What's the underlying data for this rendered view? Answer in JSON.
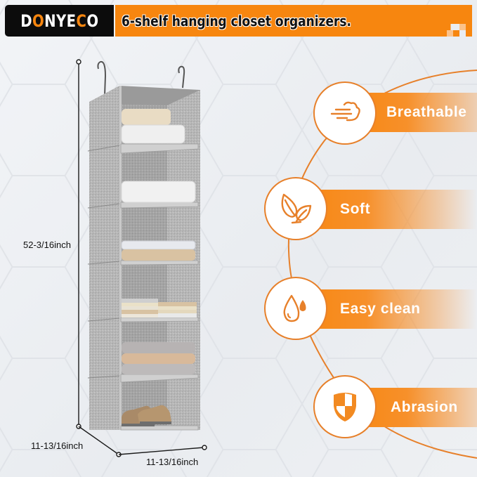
{
  "header": {
    "brand": {
      "letters": [
        "D",
        "O",
        "N",
        "Y",
        "E",
        "C",
        "O"
      ],
      "accent_indices": [
        1,
        5
      ],
      "text": "DONYECO"
    },
    "headline": "6-shelf hanging closet organizers."
  },
  "product": {
    "name": "6-shelf hanging closet organizer",
    "shelf_count": 6,
    "color": "light gray felt"
  },
  "dimensions": {
    "height": "52-3/16inch",
    "depth": "11-13/16inch",
    "width": "11-13/16inch"
  },
  "features": [
    {
      "label": "Breathable",
      "icon": "wind-cloud-icon"
    },
    {
      "label": "Soft",
      "icon": "leaves-icon"
    },
    {
      "label": "Easy clean",
      "icon": "water-drop-icon"
    },
    {
      "label": "Abrasion",
      "icon": "shield-icon"
    }
  ],
  "colors": {
    "accent": "#f7860f",
    "brand_bg": "#0c0c0c",
    "ring": "#e7802a",
    "felt": "#b9b9b9"
  }
}
